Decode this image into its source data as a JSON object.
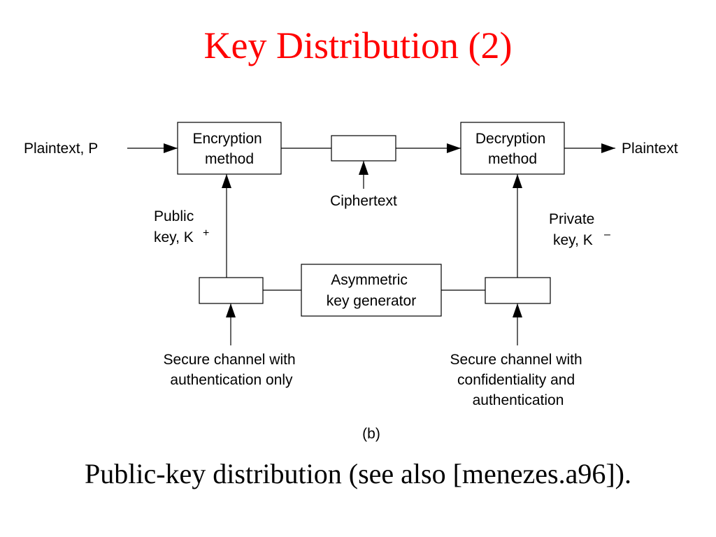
{
  "title": "Key Distribution (2)",
  "title_color": "#ff0000",
  "caption": "Public-key distribution (see also [menezes.a96]).",
  "diagram": {
    "encryption_box": [
      "Encryption",
      "method"
    ],
    "decryption_box": [
      "Decryption",
      "method"
    ],
    "generator_box": [
      "Asymmetric",
      "key generator"
    ],
    "plaintext_in": "Plaintext, P",
    "plaintext_out": "Plaintext",
    "ciphertext": "Ciphertext",
    "public_key": [
      "Public",
      "key, K"
    ],
    "public_key_sup": "+",
    "private_key": [
      "Private",
      "key, K"
    ],
    "private_key_sup": "–",
    "left_channel": [
      "Secure channel with",
      "authentication only"
    ],
    "right_channel": [
      "Secure channel with",
      "confidentiality and",
      "authentication"
    ],
    "sublabel": "(b)"
  }
}
